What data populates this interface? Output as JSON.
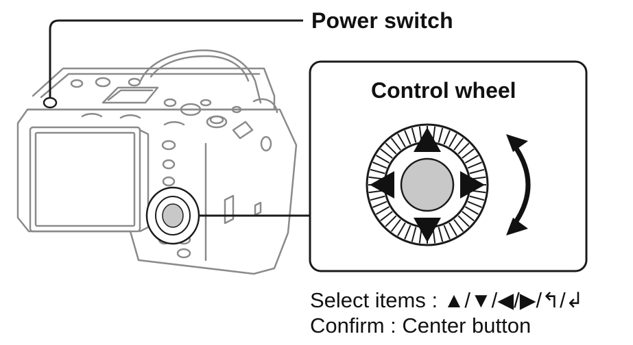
{
  "labels": {
    "power_switch": "Power switch",
    "control_wheel": "Control wheel"
  },
  "caption": {
    "select_line": "Select items : ▲/▼/◀/▶/↰/↲",
    "confirm_line": "Confirm : Center button"
  },
  "colors": {
    "line": "#1a1a1a",
    "camera_outline": "#8a8a8a",
    "center_button": "#c8c8c8",
    "background": "#ffffff"
  },
  "icons": [
    "camera-illustration",
    "control-wheel",
    "arrow-up-icon",
    "arrow-down-icon",
    "arrow-left-icon",
    "arrow-right-icon",
    "rotate-arrow-icon"
  ]
}
